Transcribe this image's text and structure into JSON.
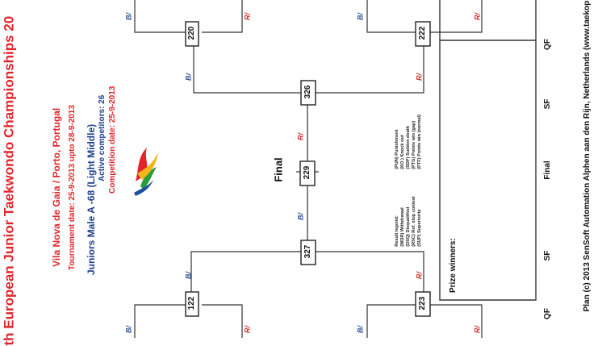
{
  "header": {
    "title": "th European Junior Taekwondo Championships 20",
    "venue": "Vila Nova de Gaia / Porto, Portugal",
    "tournament_date": "Tournament date: 25-9-2013 upto 28-9-2013",
    "category": "Juniors Male A -68 (Light Middle)",
    "active_competitors": "Active competitors: 26",
    "competition_date": "Competition date: 25-9-2013"
  },
  "bracket": {
    "final_label": "Final",
    "blue_marker": "B/",
    "red_marker": "R/",
    "matches": {
      "m220": "220",
      "m222": "222",
      "m326": "326",
      "m229": "229",
      "m327": "327",
      "m122": "122",
      "m223": "223"
    }
  },
  "legend": {
    "title": "Result legend:",
    "left_items": [
      "(WDR) Withdrawal",
      "(DSQ) Disqualified",
      "(RSC) Ref. stop contest",
      "(SUP) Superiority"
    ],
    "right_items": [
      "(PUN) Punishment",
      "(KO ) Knock out",
      "(SDP) Sudden death",
      "(PTG) Points win (gap)",
      "(PTF) Points win (normal)"
    ]
  },
  "prize_winners_label": "Prize winners:",
  "round_labels": [
    "QF",
    "SF",
    "Final",
    "SF",
    "QF"
  ],
  "footer": "Plan (c) 2013 SenSoft Automation Alphen aan den Rijn, Netherlands (www.taekopl",
  "colors": {
    "title_red": "#e3242b",
    "title_blue": "#1f3f8f",
    "blue_label": "#2a4f9a",
    "red_label": "#d42a2a"
  },
  "logo": {
    "name": "flame-logo-icon"
  }
}
